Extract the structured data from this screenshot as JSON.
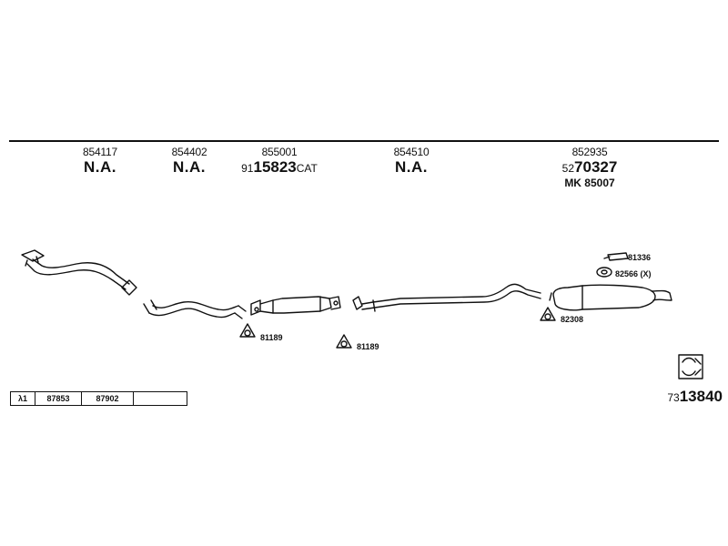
{
  "parts": [
    {
      "ref": "854117",
      "code": "N.A."
    },
    {
      "ref": "854402",
      "code": "N.A."
    },
    {
      "ref": "855001",
      "code_prefix": "91",
      "code_main": "15823",
      "code_suffix": "CAT"
    },
    {
      "ref": "854510",
      "code": "N.A."
    },
    {
      "ref": "852935",
      "code_prefix": "52",
      "code_main": "70327",
      "extra": "MK 85007"
    }
  ],
  "labels": {
    "gasket_a": "81189",
    "gasket_b": "81189",
    "clamp": "81336",
    "hanger": "82566 (X)",
    "gasket_c": "82308"
  },
  "lambda_table": {
    "symbol": "λ1",
    "values": [
      "87853",
      "87902",
      ""
    ]
  },
  "total": {
    "prefix": "73",
    "main": "13840"
  }
}
